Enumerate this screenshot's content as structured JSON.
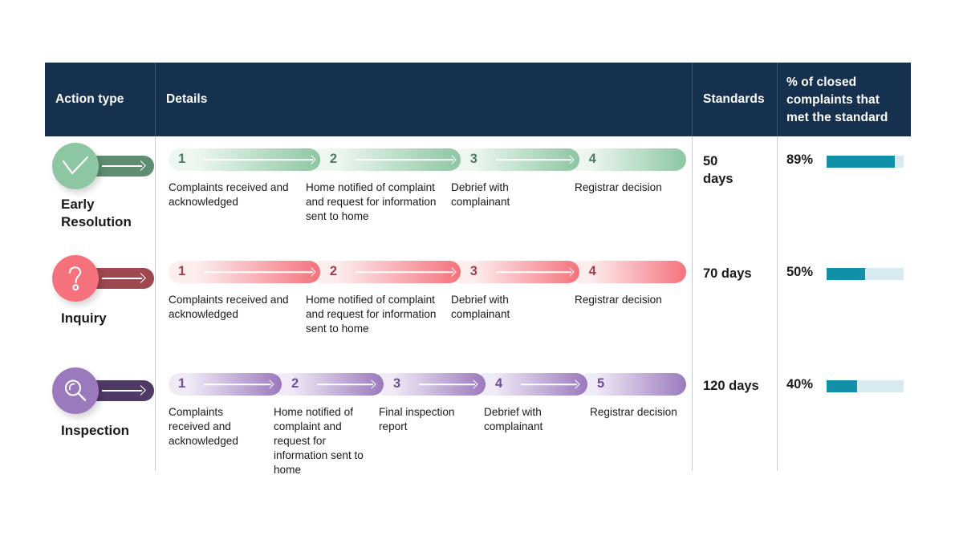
{
  "table": {
    "header": {
      "action_type": "Action type",
      "details": "Details",
      "standards": "Standards",
      "percent_line1": "% of closed",
      "percent_line2": "complaints that",
      "percent_line3": "met the standard"
    },
    "colors": {
      "header_bg": "#16304f",
      "divider": "#c9cdd2",
      "bar_fill": "#1190a8",
      "bar_track": "#d7eaef",
      "early_resolution": "#8cc6a2",
      "inquiry": "#f5727c",
      "inspection": "#9b79bd"
    },
    "rows": [
      {
        "icon": "check-circle-icon",
        "action_type": "Early Resolution",
        "accent_light": "#edf7f0",
        "accent_dark": "#8cc6a2",
        "stub_color": "#5f8d72",
        "circle_color": "#8cc6a2",
        "num_color": "#4f7d63",
        "steps": [
          {
            "number": "1",
            "text": "Complaints received and acknowledged"
          },
          {
            "number": "2",
            "text": "Home notified of complaint and request for information sent to home"
          },
          {
            "number": "3",
            "text": "Debrief with complainant"
          },
          {
            "number": "4",
            "text": "Registrar decision"
          }
        ],
        "standard": "50 days",
        "percent_label": "89%",
        "percent_value": 89
      },
      {
        "icon": "question-circle-icon",
        "action_type": "Inquiry",
        "accent_light": "#fdeeee",
        "accent_dark": "#f5727c",
        "stub_color": "#9e4750",
        "circle_color": "#f5727c",
        "num_color": "#a33f49",
        "steps": [
          {
            "number": "1",
            "text": "Complaints received and acknowledged"
          },
          {
            "number": "2",
            "text": "Home notified of complaint and request for information sent to home"
          },
          {
            "number": "3",
            "text": "Debrief with complainant"
          },
          {
            "number": "4",
            "text": "Registrar decision"
          }
        ],
        "standard": "70 days",
        "percent_label": "50%",
        "percent_value": 50
      },
      {
        "icon": "magnifier-icon",
        "action_type": "Inspection",
        "accent_light": "#f0eaf6",
        "accent_dark": "#9b79bd",
        "stub_color": "#4f3a66",
        "circle_color": "#9b79bd",
        "num_color": "#6b5191",
        "steps": [
          {
            "number": "1",
            "text": "Complaints received and acknowledged"
          },
          {
            "number": "2",
            "text": "Home notified of complaint and request for information sent to home"
          },
          {
            "number": "3",
            "text": "Final inspection report"
          },
          {
            "number": "4",
            "text": "Debrief with complainant"
          },
          {
            "number": "5",
            "text": "Registrar decision"
          }
        ],
        "standard": "120 days",
        "percent_label": "40%",
        "percent_value": 40
      }
    ]
  }
}
